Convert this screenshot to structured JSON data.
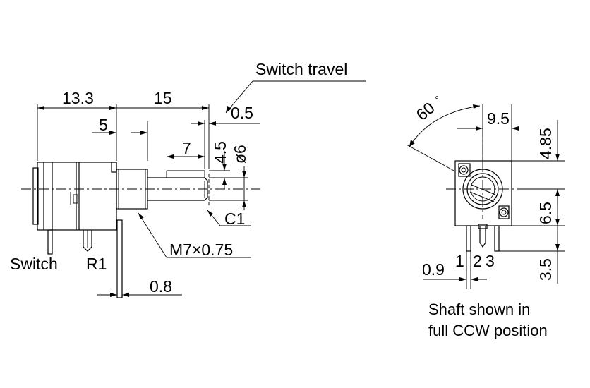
{
  "side_view": {
    "switch_travel_label": "Switch travel",
    "dim_13_3": "13.3",
    "dim_15": "15",
    "dim_0_5": "0.5",
    "dim_5": "5",
    "dim_7": "7",
    "dim_4_5": "4.5",
    "dim_dia6": "ø6",
    "chamfer_c1": "C1",
    "thread": "M7×0.75",
    "switch_label": "Switch",
    "r1_label": "R1",
    "dim_0_8": "0.8"
  },
  "front_view": {
    "angle_60": "60",
    "degree_mark": "°",
    "dim_9_5": "9.5",
    "dim_4_85": "4.85",
    "dim_6_5": "6.5",
    "dim_3_5": "3.5",
    "dim_0_9": "0.9",
    "pin_1": "1",
    "pin_2": "2",
    "pin_3": "3",
    "note_line1": "Shaft shown in",
    "note_line2": "full CCW position"
  }
}
